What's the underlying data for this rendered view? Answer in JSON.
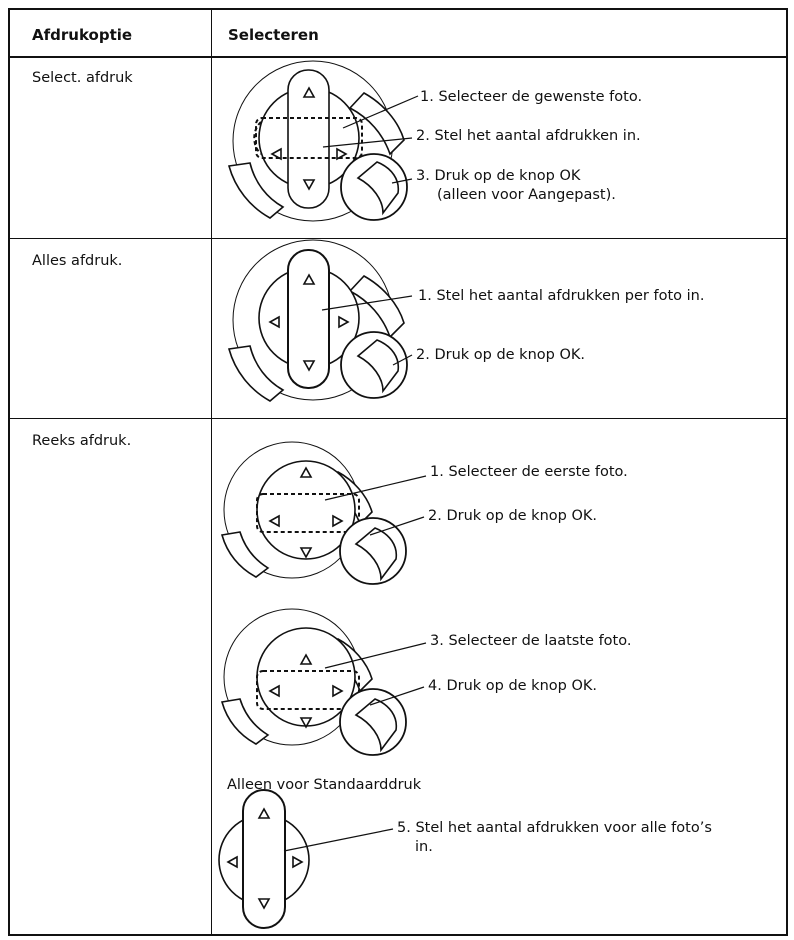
{
  "table": {
    "headers": {
      "option": "Afdrukoptie",
      "select": "Selecteren"
    },
    "rows": [
      {
        "label": "Select. afdruk",
        "steps": [
          "1. Selecteer de gewenste foto.",
          "2. Stel het aantal afdrukken in.",
          "3. Druk op de knop OK",
          "(alleen voor Aangepast)."
        ]
      },
      {
        "label": "Alles afdruk.",
        "steps": [
          "1. Stel het aantal afdrukken per foto in.",
          "2. Druk op de knop OK."
        ]
      },
      {
        "label": "Reeks afdruk.",
        "steps": [
          "1. Selecteer de eerste foto.",
          "2. Druk op de knop OK.",
          "3. Selecteer de laatste foto.",
          "4. Druk op de knop OK.",
          "5. Stel het aantal afdrukken voor alle foto’s",
          "in."
        ],
        "subnote": "Alleen voor Standaarddruk"
      }
    ]
  },
  "icons": [
    "up-arrow-icon",
    "down-arrow-icon",
    "left-arrow-icon",
    "right-arrow-icon",
    "ok-button-icon"
  ]
}
